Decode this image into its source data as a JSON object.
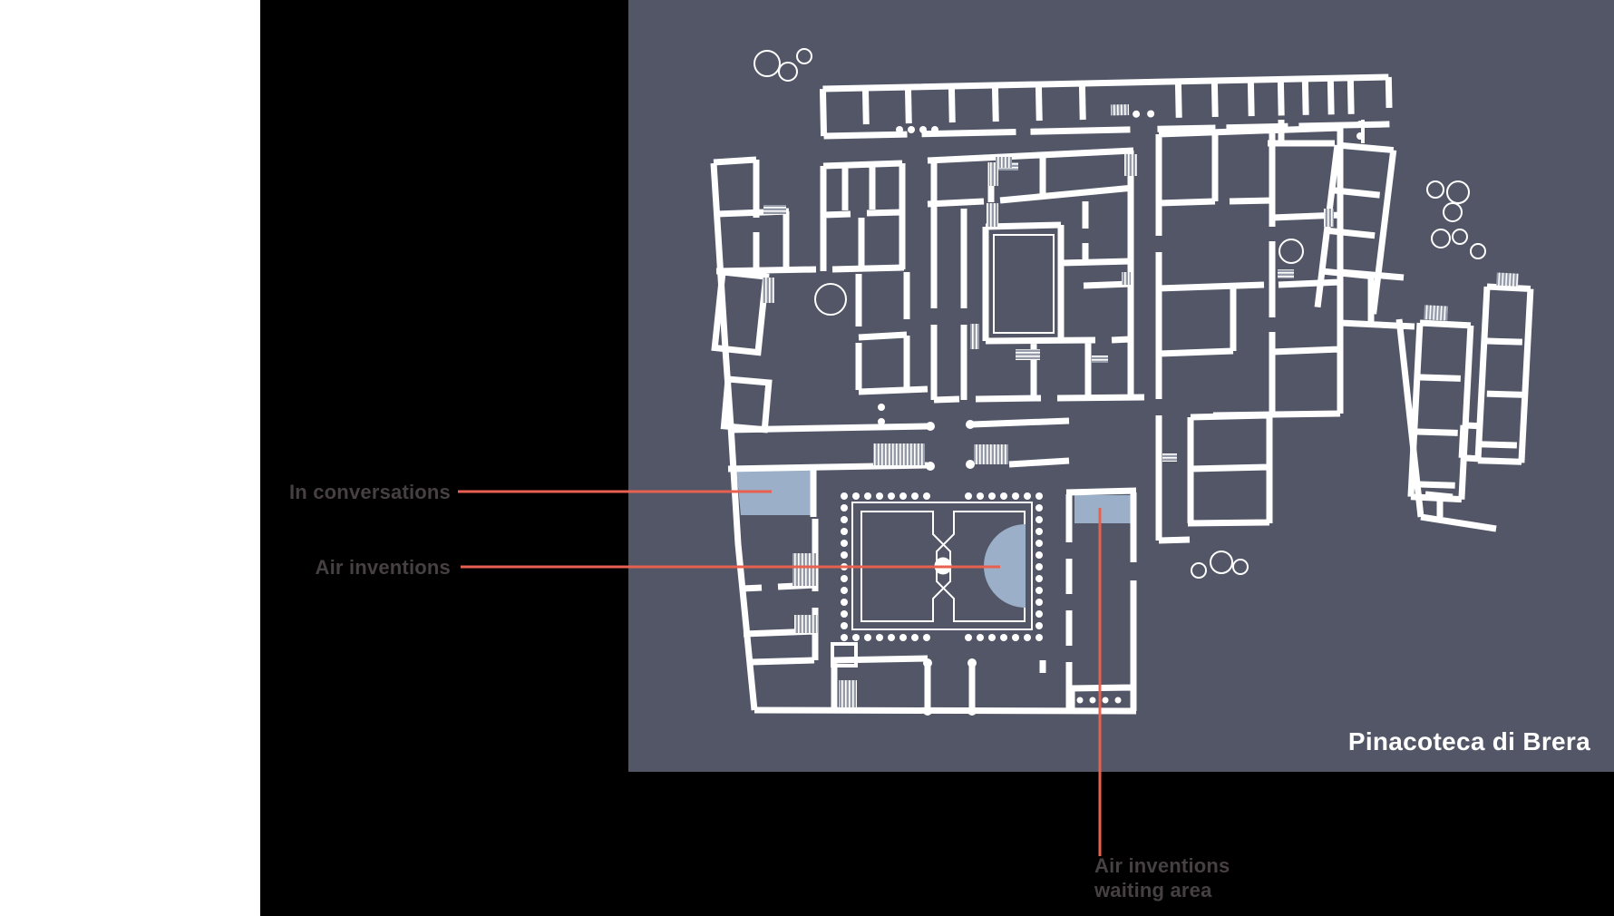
{
  "page": {
    "type": "museum-floor-plan-infographic"
  },
  "plan": {
    "building_name": "Pinacoteca di Brera"
  },
  "labels": {
    "in_conversations": "In conversations",
    "air_inventions": "Air inventions",
    "waiting_line1": "Air inventions",
    "waiting_line2": "waiting area"
  },
  "icons": {
    "tree": "tree-canopy-outline",
    "stairs": "hatched-staircase",
    "column": "colonnade-dot"
  },
  "colors": {
    "background": "#000000",
    "left_margin": "#ffffff",
    "panel": "#525666",
    "walls": "#ffffff",
    "highlight": "#9bafc9",
    "leader_line": "#e8604f",
    "label_text": "#474043",
    "title_text": "#ffffff",
    "stairs_hatch": "#959ba9"
  }
}
